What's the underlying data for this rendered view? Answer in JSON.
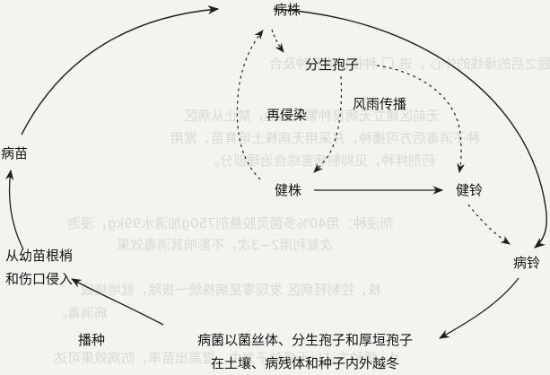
{
  "diagram": {
    "type": "disease-cycle",
    "colors": {
      "background": "#f3f3f0",
      "text": "#141414",
      "line": "#1e1e1e"
    },
    "nodes": {
      "diseased_plant": "病株",
      "conidia": "分生孢子",
      "diseased_seedling": "病苗",
      "healthy_plant": "健株",
      "healthy_boll": "健铃",
      "diseased_boll": "病铃",
      "infection_entry_line1": "从幼苗根梢",
      "infection_entry_line2": "和伤口侵入",
      "overwinter_line1": "病菌以菌丝体、分生孢子和厚垣孢子",
      "overwinter_line2": "在土壤、病残体和种子内外越冬"
    },
    "edge_labels": {
      "reinfection": "再侵染",
      "wind_rain_spread": "风雨传播",
      "sowing": "播种"
    },
    "edges": [
      {
        "from": "diseased_seedling",
        "to": "diseased_plant",
        "style": "solid"
      },
      {
        "from": "diseased_plant",
        "to": "diseased_boll",
        "style": "solid"
      },
      {
        "from": "diseased_plant",
        "to": "conidia",
        "style": "dashed"
      },
      {
        "from": "conidia",
        "to": "healthy_boll",
        "style": "dashed",
        "label": "wind_rain_spread"
      },
      {
        "from": "conidia",
        "to": "healthy_plant",
        "style": "dashed"
      },
      {
        "from": "healthy_plant",
        "to": "diseased_plant",
        "style": "dashed",
        "label": "reinfection"
      },
      {
        "from": "healthy_plant",
        "to": "healthy_boll",
        "style": "solid"
      },
      {
        "from": "healthy_boll",
        "to": "diseased_boll",
        "style": "dashed"
      },
      {
        "from": "diseased_boll",
        "to": "overwinter",
        "style": "solid"
      },
      {
        "from": "overwinter",
        "to": "infection_entry",
        "style": "solid",
        "label": "sowing"
      },
      {
        "from": "infection_entry",
        "to": "diseased_seedling",
        "style": "solid"
      }
    ]
  }
}
